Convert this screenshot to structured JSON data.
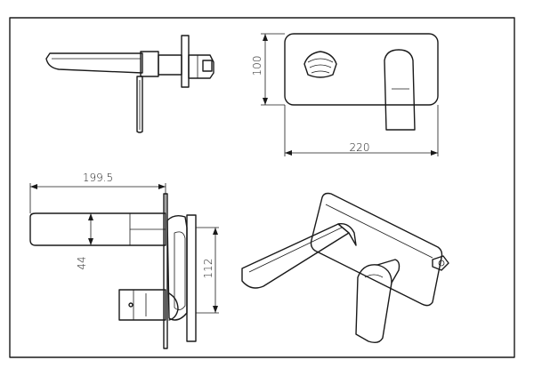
{
  "dimensions": {
    "width_front": "220",
    "height_front": "100",
    "spout_length": "199.5",
    "spout_height": "44",
    "plate_height": "112"
  }
}
